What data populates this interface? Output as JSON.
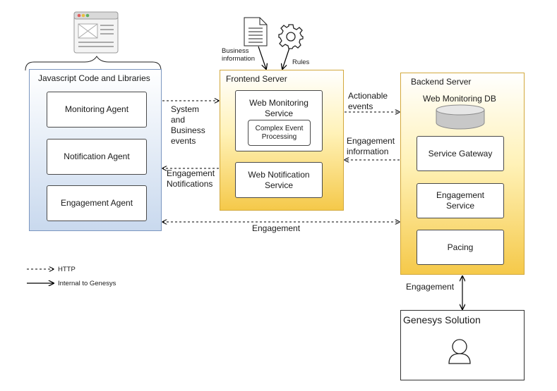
{
  "panels": {
    "js": "Javascript Code and Libraries",
    "frontend": "Frontend Server",
    "backend": "Backend Server",
    "genesys": "Genesys Solution"
  },
  "agents": {
    "monitoring": "Monitoring Agent",
    "notification": "Notification Agent",
    "engagement": "Engagement Agent"
  },
  "frontend": {
    "web_monitoring": "Web Monitoring Service",
    "cep": "Complex Event Processing",
    "web_notification": "Web Notification Service"
  },
  "backend": {
    "db": "Web Monitoring DB",
    "service_gateway": "Service Gateway",
    "engagement_service": "Engagement Service",
    "pacing": "Pacing"
  },
  "inputs": {
    "business_info": "Business information",
    "rules": "Rules"
  },
  "edges": {
    "system_business_events": "System and Business events",
    "engagement_notifications": "Engagement Notifications",
    "actionable_events": "Actionable events",
    "engagement_information": "Engagement information",
    "engagement_bottom": "Engagement",
    "engagement_genesys": "Engagement"
  },
  "legend": {
    "http": "HTTP",
    "internal": "Internal to Genesys"
  },
  "icons": [
    "browser-window-icon",
    "document-icon",
    "gear-icon",
    "database-icon",
    "user-icon"
  ]
}
